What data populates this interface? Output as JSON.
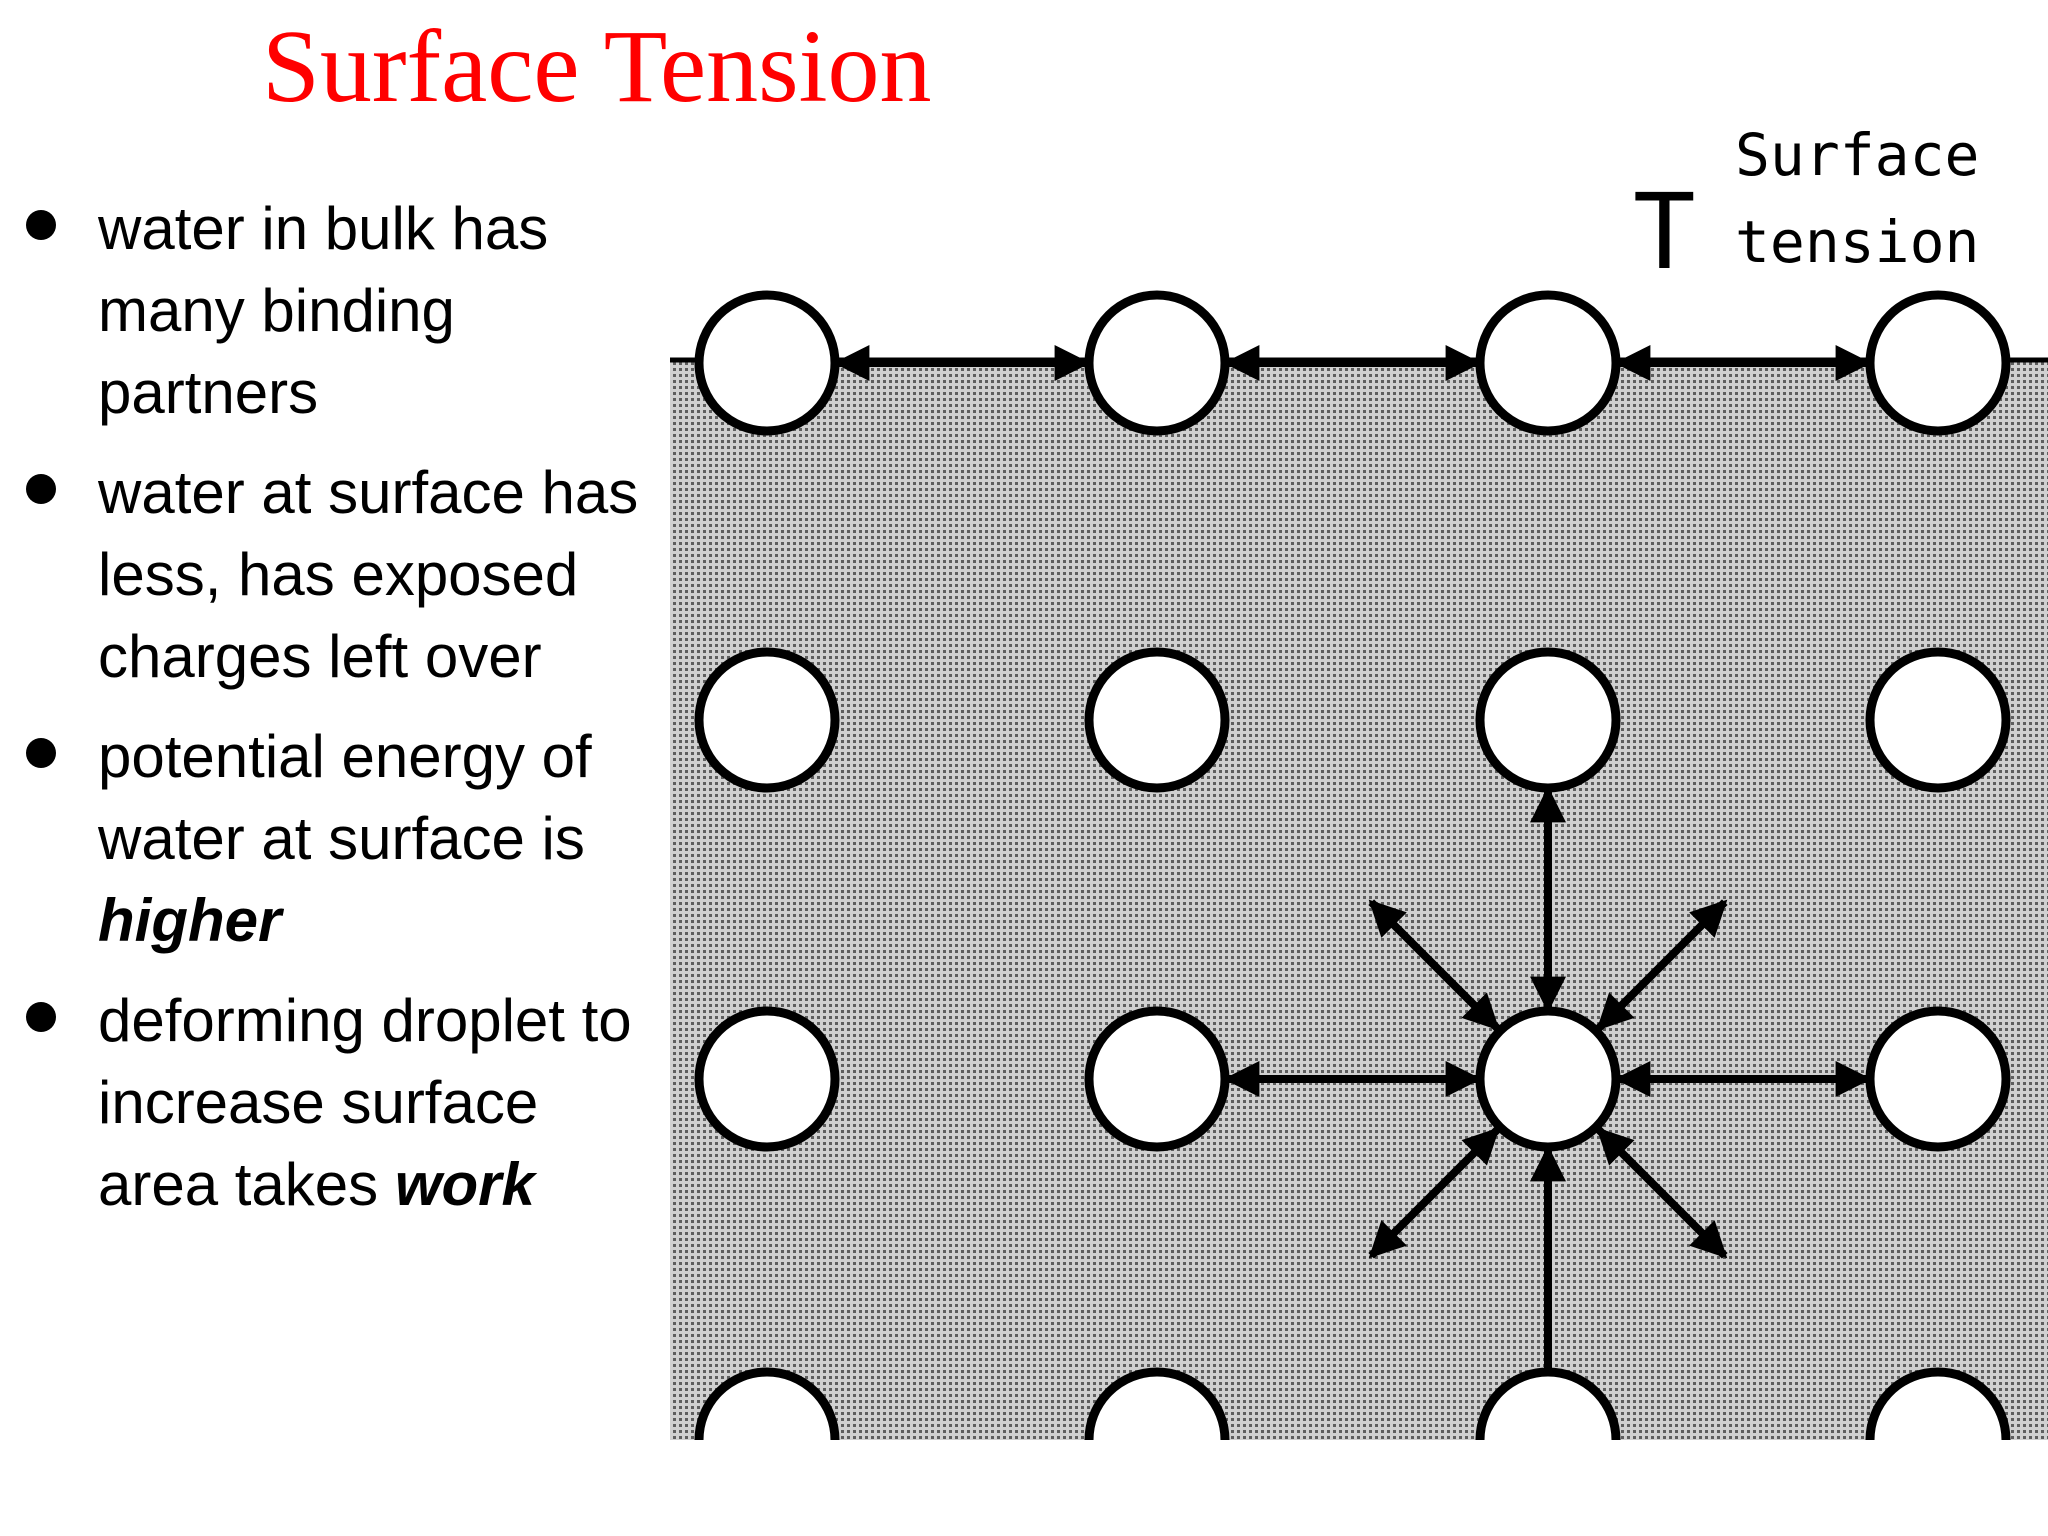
{
  "slide": {
    "title": "Surface Tension",
    "bullets": [
      {
        "before": "water in bulk has many binding partners",
        "emph": "",
        "after": ""
      },
      {
        "before": "water at surface has less, has exposed charges left over",
        "emph": "",
        "after": ""
      },
      {
        "before": "potential energy of water at surface is ",
        "emph": "higher",
        "after": ""
      },
      {
        "before": "deforming droplet to increase surface area takes ",
        "emph": "work",
        "after": ""
      }
    ]
  },
  "diagram": {
    "symbol": "T",
    "label_line1": "Surface",
    "label_line2": "tension"
  },
  "colors": {
    "title": "#ff0000",
    "text": "#000000",
    "water": "#d0d0d0",
    "molecule_fill": "#ffffff",
    "molecule_stroke": "#000000"
  }
}
